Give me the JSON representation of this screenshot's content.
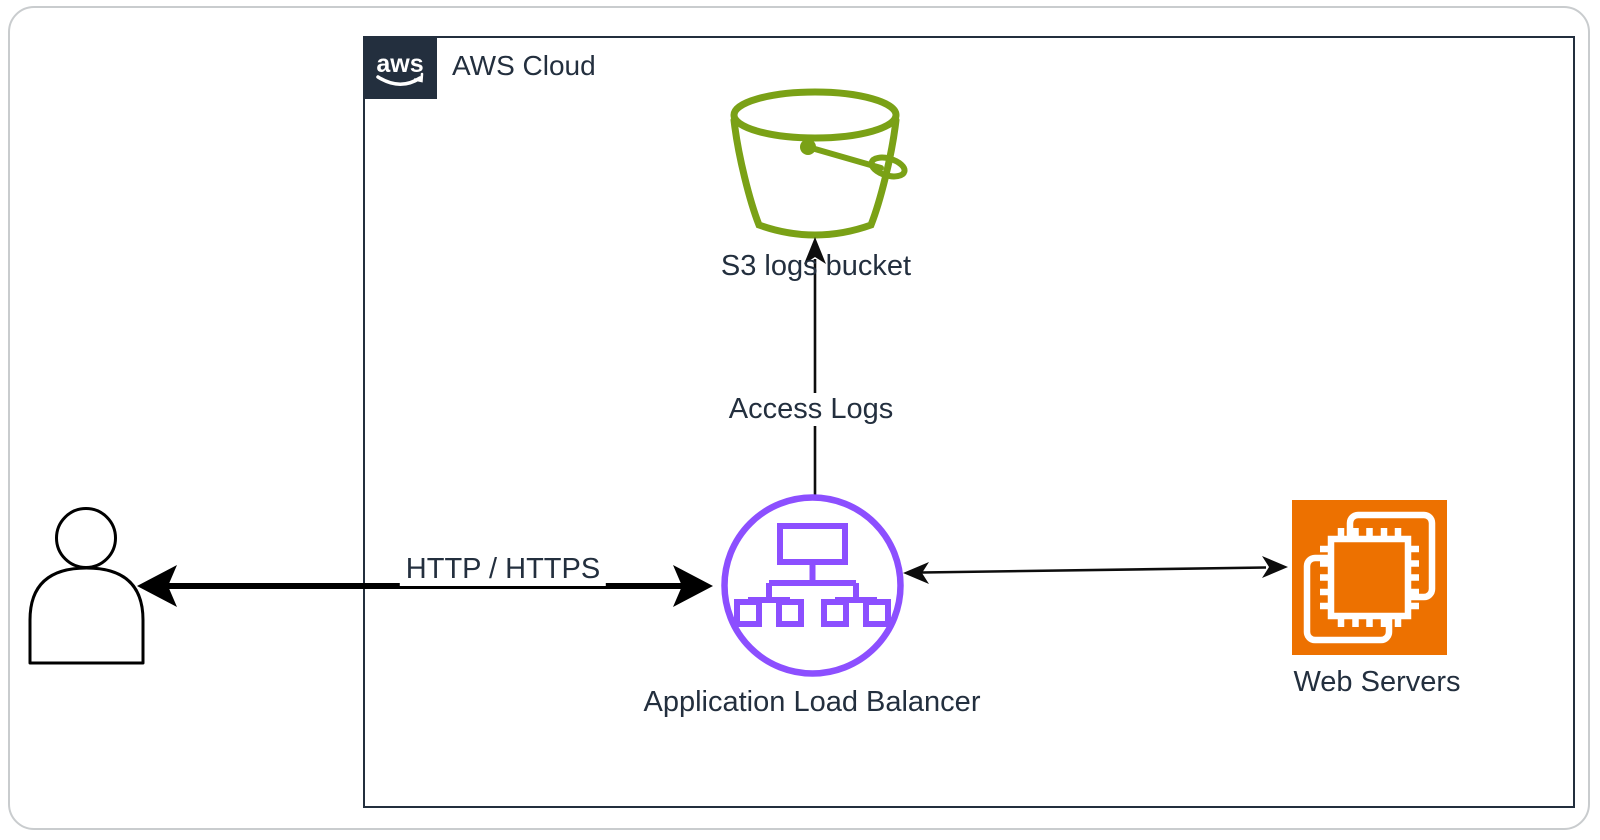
{
  "diagram": {
    "type": "aws-architecture-diagram",
    "container": {
      "label": "AWS Cloud",
      "logo_text": "aws"
    },
    "nodes": {
      "user": {
        "icon": "user-icon"
      },
      "s3": {
        "label": "S3 logs bucket",
        "icon": "s3-bucket-icon"
      },
      "alb": {
        "label": "Application Load Balancer",
        "icon": "application-load-balancer-icon"
      },
      "web_servers": {
        "label": "Web Servers",
        "icon": "ec2-instances-icon"
      }
    },
    "edges": {
      "user_alb": {
        "label": "HTTP / HTTPS",
        "type": "bidirectional-thick"
      },
      "alb_s3": {
        "label": "Access Logs",
        "type": "arrow-to-s3"
      },
      "alb_web": {
        "type": "bidirectional-thin"
      }
    }
  },
  "colors": {
    "navy": "#232F3E",
    "purple": "#8C4FFF",
    "green": "#7AA116",
    "orange": "#ED7100",
    "line": "#0D0D0D",
    "frame": "#C9CCCE",
    "text": "#232F3E",
    "background": "#FFFFFF"
  }
}
